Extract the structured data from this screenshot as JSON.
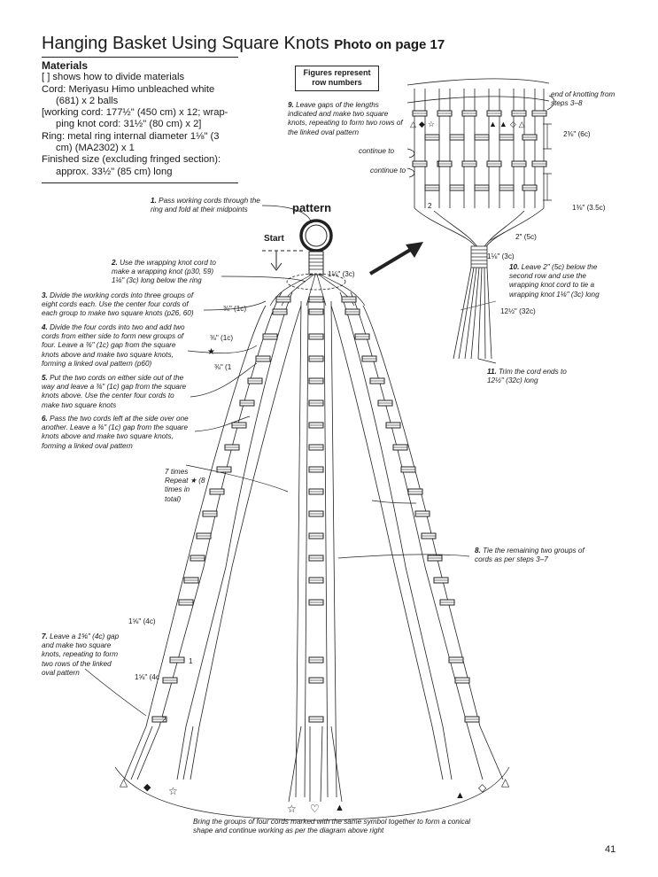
{
  "title": "Hanging Basket Using Square Knots",
  "photo_ref": "Photo on page 17",
  "materials": {
    "heading": "Materials",
    "lines": [
      "[ ] shows how to divide materials",
      "Cord: Meriyasu Himo unbleached white",
      "(681) x 2 balls",
      "[working cord: 177½\" (450 cm) x 12; wrap-",
      "ping knot cord: 31½\" (80 cm) x 2]",
      "Ring: metal ring internal diameter 1⅛\" (3",
      "cm) (MA2302) x 1",
      "Finished size (excluding fringed section):",
      "approx. 33½\" (85 cm) long"
    ]
  },
  "figures_box": "Figures represent row numbers",
  "labels": {
    "pattern": "pattern",
    "start": "Start"
  },
  "steps": {
    "s1": [
      "1.",
      " Pass working cords through the ring and fold at their midpoints"
    ],
    "s2": [
      "2.",
      " Use the wrapping knot cord to make a wrapping knot (p30, 59) 1⅛\" (3c) long below the ring"
    ],
    "s3": [
      "3.",
      " Divide the working cords into three groups of eight cords each. Use the center four cords of each group to make two square knots (p26, 60)"
    ],
    "s4": [
      "4.",
      " Divide the four cords into two and add two cords from either side to form new groups of four. Leave a ⅜\" (1c) gap from the square knots above and make two square knots, forming a linked oval pattern (p60)"
    ],
    "s5": [
      "5.",
      " Put the two cords on either side out of the way and leave a ⅜\" (1c) gap from the square knots above. Use the center four cords to make two square knots"
    ],
    "s6": [
      "6.",
      " Pass the two cords left at the side over one another. Leave a ⅜\" (1c) gap from the square knots above and make two square knots, forming a linked oval pattern"
    ],
    "s7": [
      "7.",
      " Leave a 1⅝\" (4c) gap and make two square knots, repeating to form two rows of the linked oval pattern"
    ],
    "s8": [
      "8.",
      " Tie the remaining two groups of cords as per steps 3–7"
    ],
    "s9": [
      "9.",
      " Leave gaps of the lengths indicated and make two square knots, repeating to form two rows of the linked oval pattern"
    ],
    "s10": [
      "10.",
      " Leave 2\" (5c) below the second row and use the wrapping knot cord to tie a wrapping knot 1⅛\" (3c) long"
    ],
    "s11": [
      "11.",
      " Trim the cord ends to 12½\" (32c) long"
    ]
  },
  "repeat_note": "7 times Repeat ★ (8 times in total)",
  "measurements": {
    "m_ring": "1⅛\" (3c)",
    "m_1c_a": "⅜\" (1c)",
    "m_1c_b": "⅜\" (1c)",
    "m_1c_c": "⅜\" (1",
    "m_4c_a": "1⅝\" (4c)",
    "m_4c_b": "1⅝\" (4c",
    "m_6c": "2⅜\" (6c)",
    "m_35c": "1⅜\" (3.5c)",
    "m_5c": "2\" (5c)",
    "m_3c": "1⅛\" (3c)",
    "m_32c": "12½\" (32c)"
  },
  "inset": {
    "end_knotting": "end of knotting from steps 3–8",
    "continue_1": "continue to",
    "continue_2": "continue to"
  },
  "row_numbers": {
    "r1": "1",
    "r2": "2"
  },
  "bottom_note": "Bring the groups of four cords marked with the same symbol together to form a conical shape and continue working as per the diagram above right",
  "symbols": {
    "triangle": "△",
    "diamond_filled": "◆",
    "star_open": "☆",
    "heart": "♡",
    "triangle_filled": "▲",
    "diamond_open": "◇",
    "star_filled": "★"
  },
  "page_number": "41"
}
